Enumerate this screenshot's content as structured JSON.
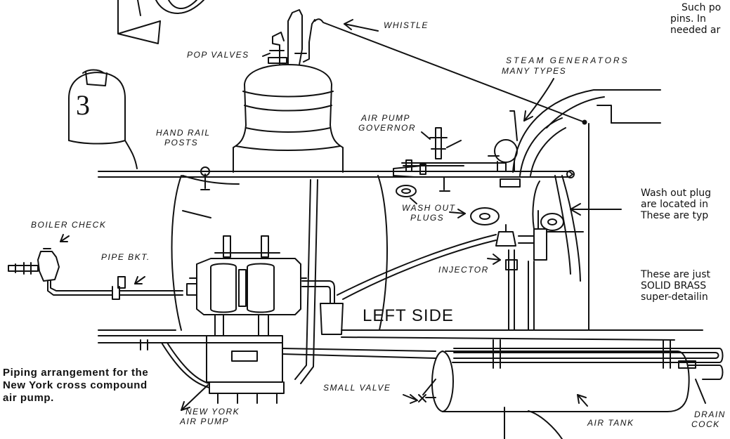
{
  "labels": {
    "whistle": "WHISTLE",
    "pop_valves": "POP VALVES",
    "steam_generators_l1": "STEAM GENERATORS",
    "steam_generators_l2": "MANY TYPES",
    "air_pump_governor_l1": "AIR PUMP",
    "air_pump_governor_l2": "GOVERNOR",
    "hand_rail_posts_l1": "HAND RAIL",
    "hand_rail_posts_l2": "POSTS",
    "wash_out_plugs_l1": "WASH OUT",
    "wash_out_plugs_l2": "PLUGS",
    "boiler_check": "BOILER CHECK",
    "pipe_bkt": "PIPE BKT.",
    "injector": "INJECTOR",
    "small_valve": "SMALL VALVE",
    "new_york_air_pump_l1": "NEW YORK",
    "new_york_air_pump_l2": "AIR PUMP",
    "air_tank": "AIR TANK",
    "drain_cock_l1": "DRAIN",
    "drain_cock_l2": "COCK",
    "left_side": "LEFT SIDE",
    "engine_number": "3"
  },
  "text_blocks": {
    "top_right_l1": "Such po",
    "top_right_l2": "pins.  In",
    "top_right_l3": "needed ar",
    "wash_out_l1": "Wash out plug",
    "wash_out_l2": "are located in",
    "wash_out_l3": "These are typ",
    "brass_l1": "These are just",
    "brass_l2": "SOLID BRASS",
    "brass_l3": "super-detailin"
  },
  "caption": {
    "line1": "Piping arrangement for the",
    "line2": "New York cross compound",
    "line3": "air pump."
  }
}
